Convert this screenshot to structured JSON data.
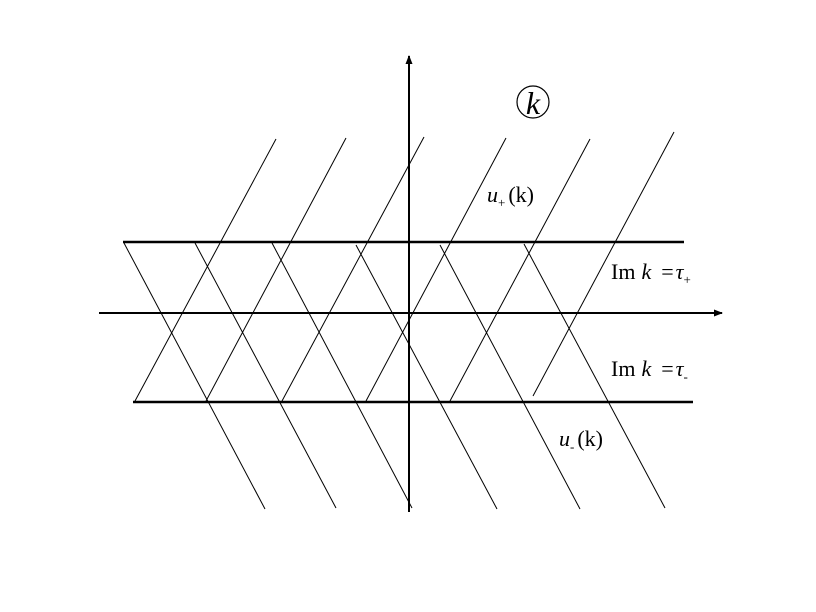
{
  "plane_label": "k",
  "label_u_plus": {
    "var": "u",
    "sub": "+",
    "arg": "(k)"
  },
  "label_u_minus": {
    "var": "u",
    "sub": "-",
    "arg": "(k)"
  },
  "label_im_plus": {
    "op": "Im",
    "var": "k",
    "eq": "=",
    "tau": "τ",
    "sub": "+"
  },
  "label_im_minus": {
    "op": "Im",
    "var": "k",
    "eq": "=",
    "tau": "τ",
    "sub": "-"
  }
}
